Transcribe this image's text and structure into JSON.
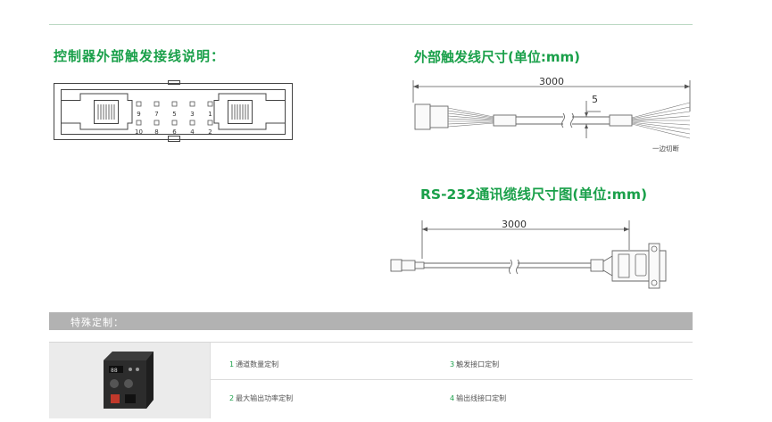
{
  "headings": {
    "left": "控制器外部触发接线说明：",
    "trigger_size": "外部触发线尺寸(单位:mm)",
    "rs232_size": "RS-232通讯缆线尺寸图(单位:mm)"
  },
  "connector": {
    "top_pins": [
      "9",
      "7",
      "5",
      "3",
      "1"
    ],
    "bottom_pins": [
      "10",
      "8",
      "6",
      "4",
      "2"
    ]
  },
  "trigger_cable": {
    "length": "3000",
    "dim": "5",
    "note": "一边切断"
  },
  "rs232_cable": {
    "length": "3000"
  },
  "custom": {
    "title": "特殊定制：",
    "options": [
      {
        "num": "1",
        "label": "通道数量定制"
      },
      {
        "num": "3",
        "label": "触发接口定制"
      },
      {
        "num": "2",
        "label": "最大输出功率定制"
      },
      {
        "num": "4",
        "label": "输出线接口定制"
      }
    ]
  },
  "colors": {
    "accent": "#1aa04a",
    "band": "#b2b2b2",
    "cell_bg": "#ebebeb"
  }
}
